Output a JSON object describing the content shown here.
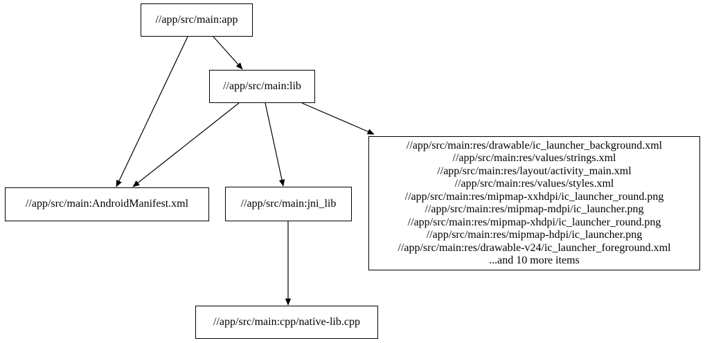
{
  "diagram": {
    "type": "dependency-graph",
    "background_color": "#ffffff",
    "node_border_color": "#000000",
    "text_color": "#000000",
    "nodes": {
      "app": {
        "label": "//app/src/main:app"
      },
      "lib": {
        "label": "//app/src/main:lib"
      },
      "manifest": {
        "label": "//app/src/main:AndroidManifest.xml"
      },
      "jni_lib": {
        "label": "//app/src/main:jni_lib"
      },
      "native_lib": {
        "label": "//app/src/main:cpp/native-lib.cpp"
      },
      "resources": {
        "lines": [
          "//app/src/main:res/drawable/ic_launcher_background.xml",
          "//app/src/main:res/values/strings.xml",
          "//app/src/main:res/layout/activity_main.xml",
          "//app/src/main:res/values/styles.xml",
          "//app/src/main:res/mipmap-xxhdpi/ic_launcher_round.png",
          "//app/src/main:res/mipmap-mdpi/ic_launcher.png",
          "//app/src/main:res/mipmap-xhdpi/ic_launcher_round.png",
          "//app/src/main:res/mipmap-hdpi/ic_launcher.png",
          "//app/src/main:res/drawable-v24/ic_launcher_foreground.xml",
          "...and 10 more items"
        ]
      }
    },
    "edges": [
      {
        "from": "app",
        "to": "lib"
      },
      {
        "from": "app",
        "to": "manifest"
      },
      {
        "from": "lib",
        "to": "manifest"
      },
      {
        "from": "lib",
        "to": "jni_lib"
      },
      {
        "from": "lib",
        "to": "resources"
      },
      {
        "from": "jni_lib",
        "to": "native_lib"
      }
    ]
  }
}
